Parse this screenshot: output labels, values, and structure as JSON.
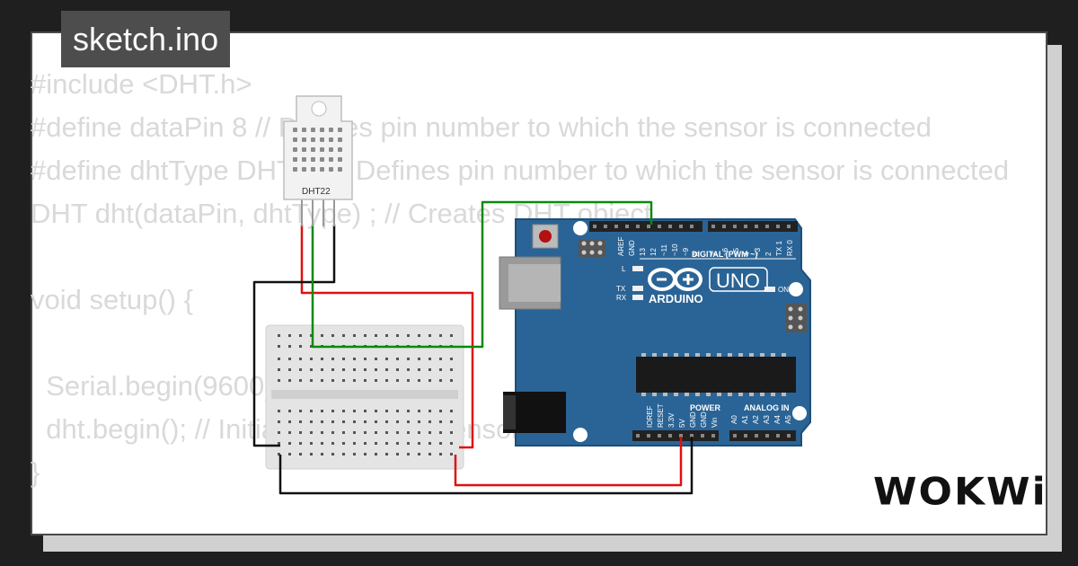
{
  "tab": {
    "filename": "sketch.ino"
  },
  "code_lines": [
    "#include <DHT.h>",
    "#define dataPin 8 // Defines pin number to which the sensor is connected",
    "#define dhtType DHT22 // Defines pin number to which the sensor is connected",
    "DHT dht(dataPin, dhtType) ; // Creates DHT object",
    "",
    "void setup() {",
    "",
    "  Serial.begin(9600);",
    "  dht.begin(); // Initialize the DHT sensor",
    "}"
  ],
  "sensor": {
    "label": "DHT22"
  },
  "arduino": {
    "brand": "ARDUINO",
    "model": "UNO",
    "digital_label": "DIGITAL (PWM ~)",
    "power_label": "POWER",
    "analog_label": "ANALOG IN",
    "led_l": "L",
    "led_tx": "TX",
    "led_rx": "RX",
    "led_on": "ON",
    "digital_pins": [
      "AREF",
      "GND",
      "13",
      "12",
      "~11",
      "~10",
      "~9",
      "8",
      "7",
      "~6",
      "~5",
      "4",
      "~3",
      "2",
      "TX 1",
      "RX 0"
    ],
    "power_pins": [
      "IOREF",
      "RESET",
      "3.3V",
      "5V",
      "GND",
      "GND",
      "Vin"
    ],
    "analog_pins": [
      "A0",
      "A1",
      "A2",
      "A3",
      "A4",
      "A5"
    ]
  },
  "colors": {
    "board": "#2a6496",
    "wire_red": "#e01010",
    "wire_black": "#111111",
    "wire_green": "#0a8a0a"
  },
  "logo": {
    "text": "WOKWi"
  }
}
